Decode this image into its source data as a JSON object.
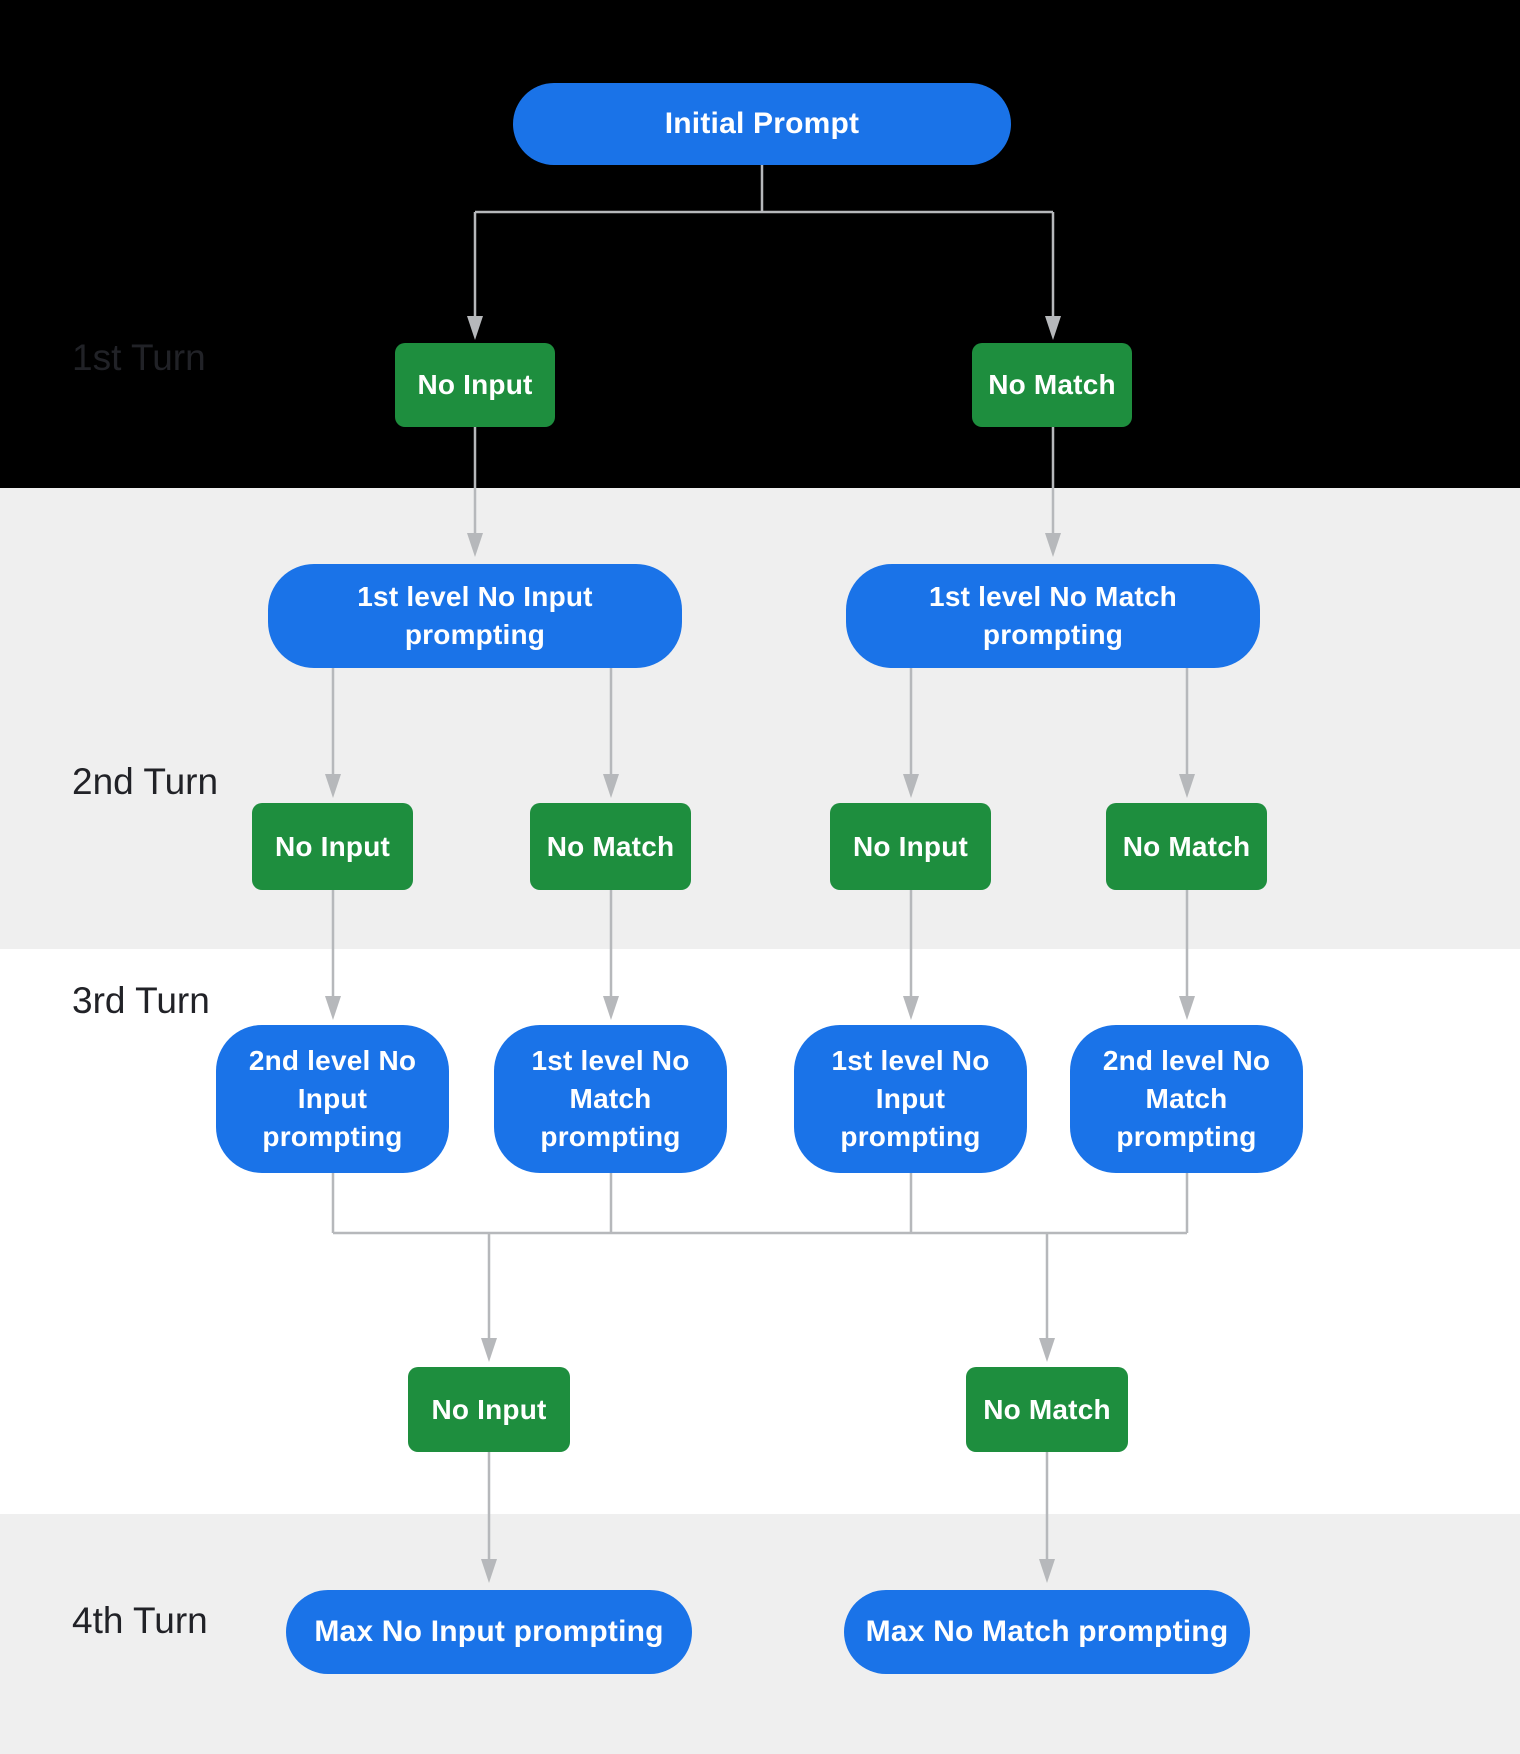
{
  "colors": {
    "node_blue": "#1a73e8",
    "node_green": "#1e8e3e",
    "band_black": "#000000",
    "band_gray": "#efefef",
    "band_white": "#ffffff",
    "connector_gray": "#b6b8bb",
    "label_dark": "#212227"
  },
  "labels": {
    "turn1": "1st Turn",
    "turn2": "2nd Turn",
    "turn3": "3rd Turn",
    "turn4": "4th Turn"
  },
  "nodes": {
    "initial_prompt": "Initial Prompt",
    "turn1_no_input": "No Input",
    "turn1_no_match": "No Match",
    "level1_no_input": [
      "1st level No Input",
      "prompting"
    ],
    "level1_no_match": [
      "1st level No Match",
      "prompting"
    ],
    "turn2_no_input_left": "No Input",
    "turn2_no_match_left": "No Match",
    "turn2_no_input_right": "No Input",
    "turn2_no_match_right": "No Match",
    "level2_no_input": [
      "2nd level No",
      "Input",
      "prompting"
    ],
    "level1_no_match_b": [
      "1st level No",
      "Match",
      "prompting"
    ],
    "level1_no_input_b": [
      "1st level No",
      "Input",
      "prompting"
    ],
    "level2_no_match": [
      "2nd level No",
      "Match",
      "prompting"
    ],
    "turn3_no_input": "No Input",
    "turn3_no_match": "No Match",
    "max_no_input": "Max No Input prompting",
    "max_no_match": "Max No Match prompting"
  }
}
